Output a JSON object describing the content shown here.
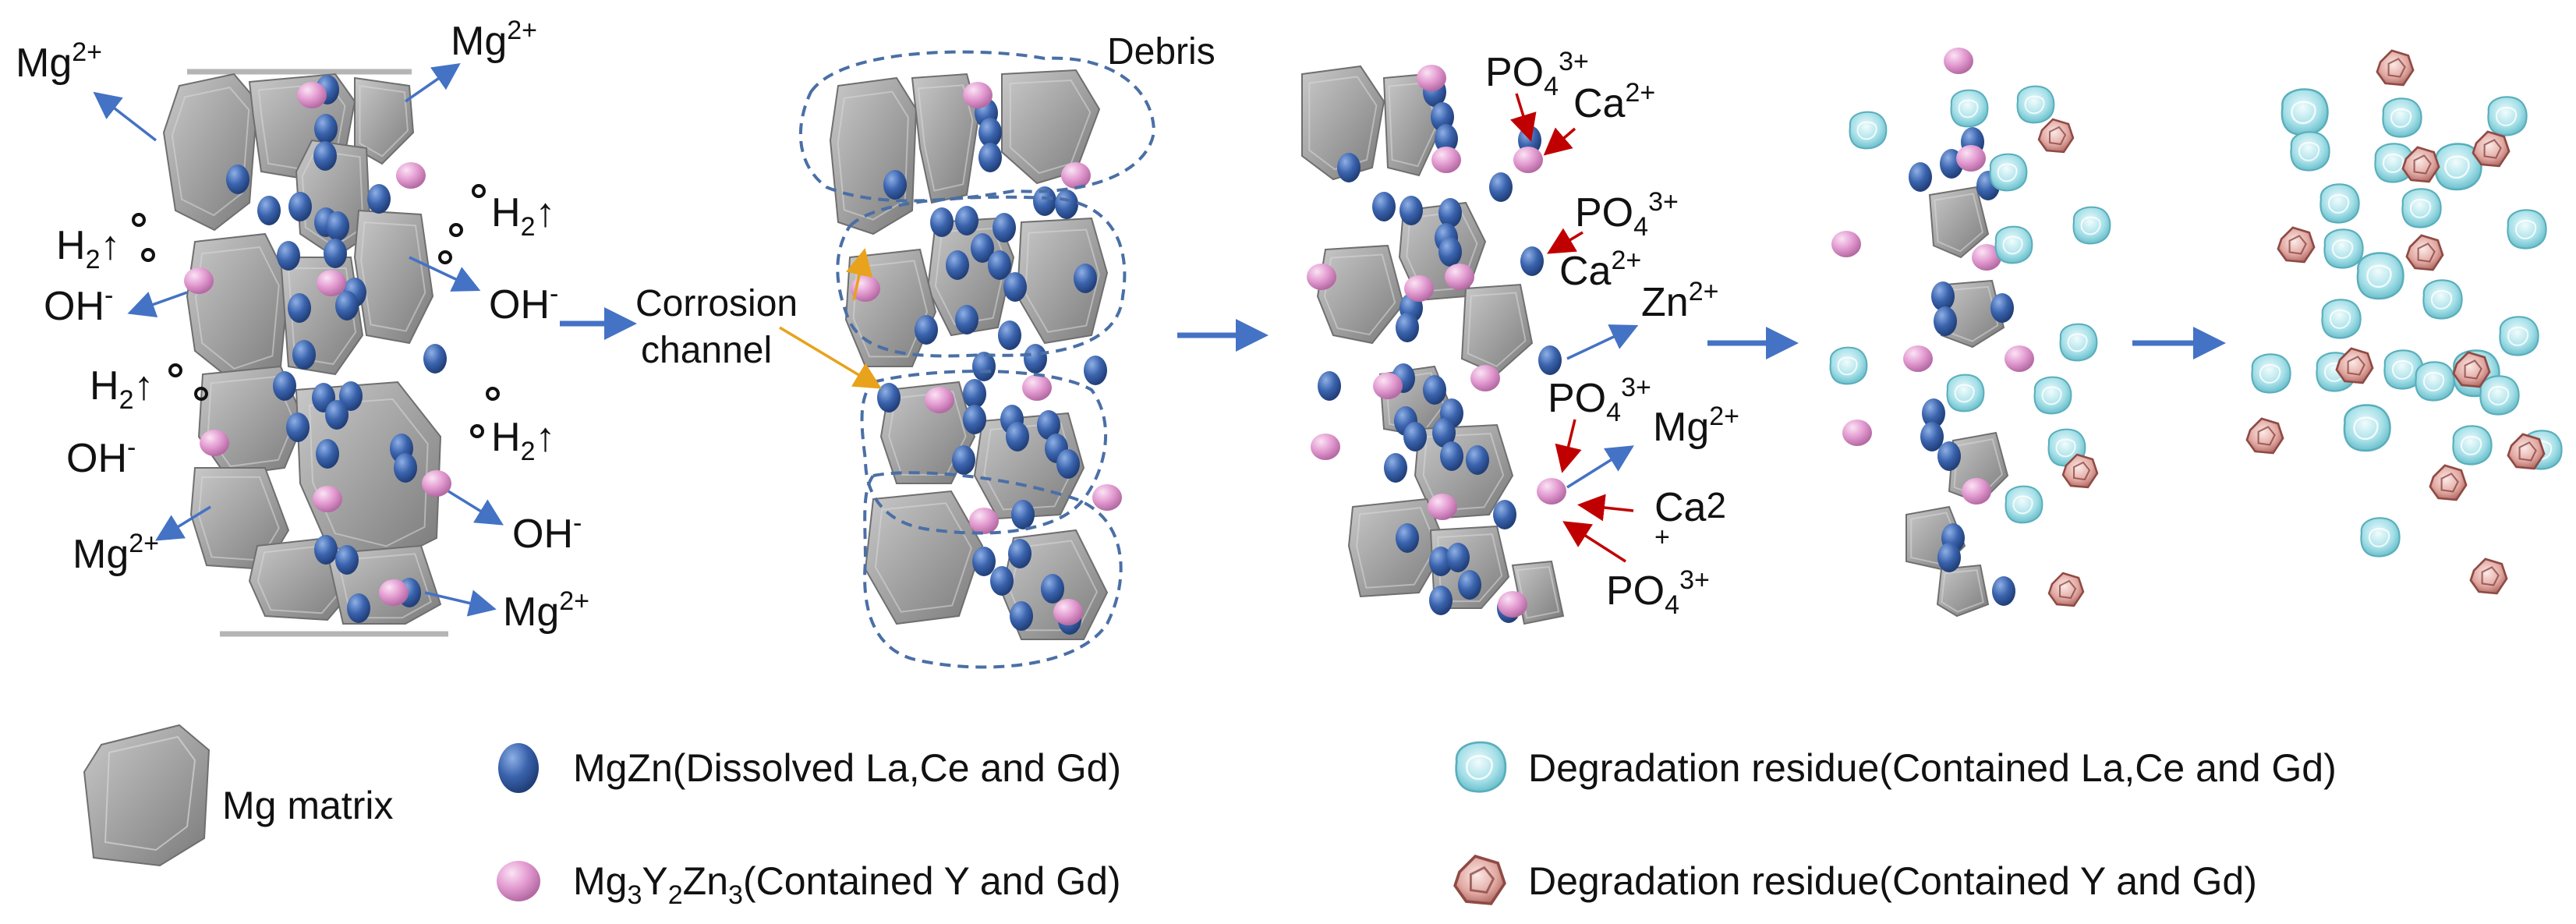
{
  "colors": {
    "grain": "#9a9a9a",
    "grain_edge": "#6f6f6f",
    "mgzn": "#3a63ad",
    "y_phase": "#e29ad0",
    "arrow_blue": "#4472c4",
    "arrow_red": "#c00000",
    "arrow_orange": "#e8a21b",
    "dash": "#4a6fa5",
    "residue_cyan": "#8fd6e0",
    "residue_pink": "#d9938f"
  },
  "labels": {
    "mg2": "Mg",
    "mg2_sup": "2+",
    "h2": "H",
    "h2_sub": "2",
    "h2_arrow": "↑",
    "oh": "OH",
    "oh_sup": "-",
    "debris": "Debris",
    "corrosion": "Corrosion",
    "channel": "channel",
    "po4": "PO",
    "po4_sub": "4",
    "po4_sup": "3+",
    "ca": "Ca",
    "ca_sup": "2+",
    "ca_split_top": "Ca",
    "ca_split_sup": "2",
    "ca_split_plus": "+",
    "zn": "Zn",
    "zn_sup": "2+"
  },
  "legend": {
    "mg_matrix": "Mg matrix",
    "mgzn": "MgZn(Dissolved La,Ce and Gd)",
    "y_phase_pre": "Mg",
    "y_phase_s1": "3",
    "y_phase_mid1": "Y",
    "y_phase_s2": "2",
    "y_phase_mid2": "Zn",
    "y_phase_s3": "3",
    "y_phase_post": "(Contained Y and Gd)",
    "residue_cyan": "Degradation residue(Contained La,Ce and Gd)",
    "residue_pink": "Degradation residue(Contained Y and Gd)"
  }
}
